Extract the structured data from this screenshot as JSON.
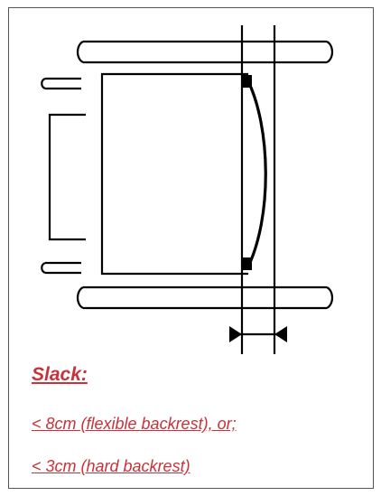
{
  "diagram": {
    "title": "Slack:",
    "lines": [
      "< 8cm (flexible backrest), or;",
      "< 3cm (hard backrest)"
    ]
  },
  "colors": {
    "caption": "#c8323a",
    "stroke": "#000000",
    "frame": "#555555"
  }
}
